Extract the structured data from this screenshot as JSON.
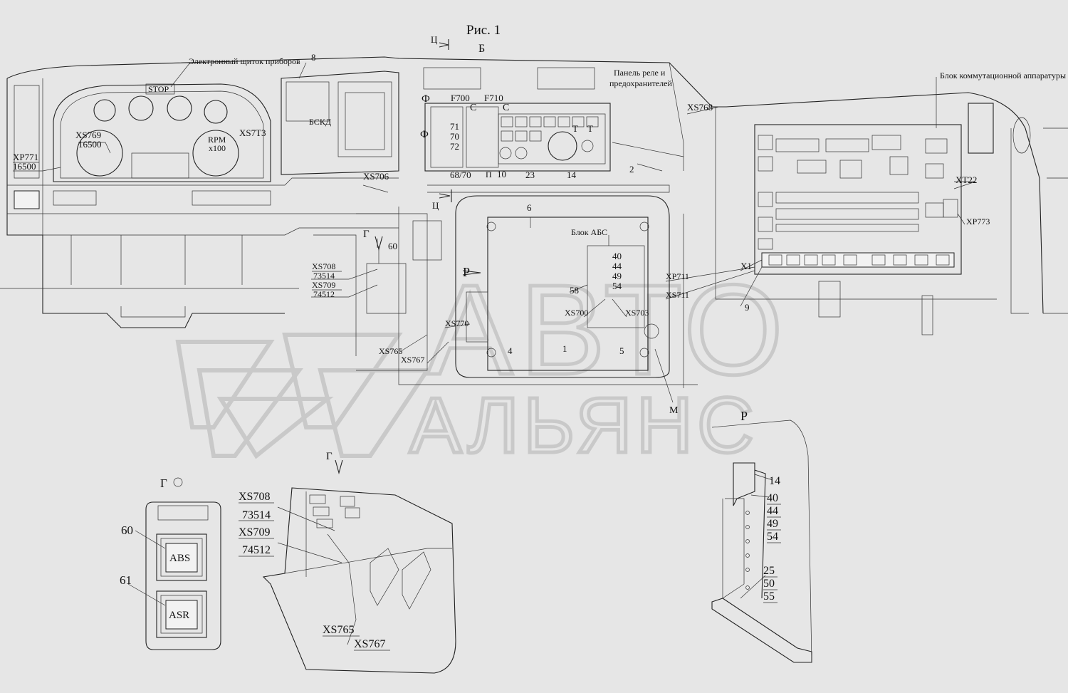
{
  "figure": {
    "title": "Рис. 1",
    "view_b": "Б",
    "view_c_top": "Ц",
    "view_c_mid": "Ц",
    "view_g": "Г",
    "view_r": "Р",
    "view_f1": "Ф",
    "view_f2": "Ф",
    "view_m": "М"
  },
  "callouts": {
    "instrument_panel": "Электронный щиток приборов",
    "relay_panel_1": "Панель реле и",
    "relay_panel_2": "предохранителей",
    "switch_block": "Блок коммутационной аппаратуры",
    "abs_block": "Блок АБС",
    "bskd": "БСКД"
  },
  "gauges": {
    "stop": "STOP",
    "rpm": "RPM",
    "rpm_mult": "x100"
  },
  "main_labels": {
    "n8": "8",
    "xs769": "XS769",
    "n16500a": "16500",
    "xp771": "XP771",
    "n16500b": "16500",
    "xs7t": "XS7T3",
    "f700": "F700",
    "f710": "F710",
    "c1": "C",
    "c2": "C",
    "n71": "71",
    "n70a": "70",
    "n72": "72",
    "n68_70": "68/70",
    "p": "П",
    "n10": "10",
    "n23": "23",
    "n14a": "14",
    "t1": "Т",
    "t2": "Т",
    "n2": "2",
    "xs768": "XS768",
    "xs706": "XS706",
    "n6": "6",
    "n40a": "40",
    "n44a": "44",
    "n49a": "49",
    "n54a": "54",
    "n58": "58",
    "xs700": "XS700",
    "xs703": "XS703",
    "xp711": "XP711",
    "xs711": "XS711",
    "x1": "X1",
    "n9": "9",
    "xt22": "XT22",
    "xp773": "XP773",
    "n60a": "60",
    "xs708a": "XS708",
    "n73514a": "73514",
    "xs709a": "XS709",
    "n74512a": "74512",
    "xs770": "XS770",
    "xs765a": "XS765",
    "xs767a": "XS767",
    "n4": "4",
    "n1": "1",
    "n5": "5"
  },
  "detail_g": {
    "title": "Г",
    "n60": "60",
    "n61": "61",
    "abs": "ABS",
    "asr": "ASR"
  },
  "detail_g2": {
    "xs708": "XS708",
    "n73514": "73514",
    "xs709": "XS709",
    "n74512": "74512",
    "xs765": "XS765",
    "xs767": "XS767"
  },
  "detail_r": {
    "n14": "14",
    "n40": "40",
    "n44": "44",
    "n49": "49",
    "n54": "54",
    "n25": "25",
    "n50": "50",
    "n55": "55"
  },
  "watermark": {
    "line1": "АВТО",
    "line2": "АЛЬЯНС",
    "color": "#c9c9c9"
  }
}
